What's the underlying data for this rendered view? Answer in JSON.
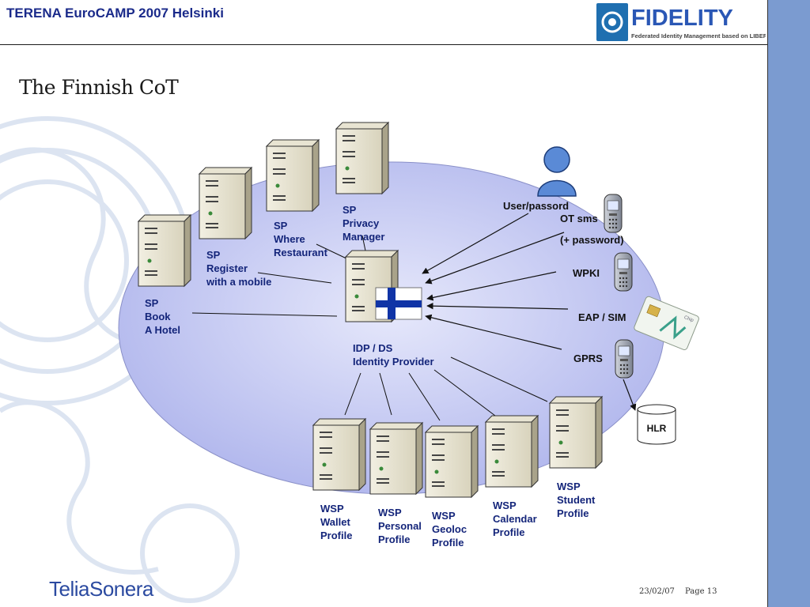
{
  "header": {
    "title": "TERENA EuroCAMP 2007 Helsinki",
    "logo_name": "FIDELITY",
    "logo_tagline": "Federated Identity Management based on LIBERTY"
  },
  "slide": {
    "title": "The Finnish CoT"
  },
  "diagram": {
    "center": {
      "lines": [
        "IDP / DS",
        "Identity Provider"
      ]
    },
    "service_providers": [
      {
        "lines": [
          "SP",
          "Book",
          "A Hotel"
        ]
      },
      {
        "lines": [
          "SP",
          "Register",
          "with a mobile"
        ]
      },
      {
        "lines": [
          "SP",
          "Where",
          "Restaurant"
        ]
      },
      {
        "lines": [
          "SP",
          "Privacy",
          "Manager"
        ]
      }
    ],
    "web_service_providers": [
      {
        "lines": [
          "WSP",
          "Wallet",
          "Profile"
        ]
      },
      {
        "lines": [
          "WSP",
          "Personal",
          "Profile"
        ]
      },
      {
        "lines": [
          "WSP",
          "Geoloc",
          "Profile"
        ]
      },
      {
        "lines": [
          "WSP",
          "Calendar",
          "Profile"
        ]
      },
      {
        "lines": [
          "WSP",
          "Student",
          "Profile"
        ]
      }
    ],
    "auth_methods": {
      "user": "User/passord",
      "otsms": "OT sms",
      "password": "(+ password)",
      "wpki": "WPKI",
      "eapsim": "EAP / SIM",
      "gprs": "GPRS"
    },
    "hlr": "HLR",
    "sim_chip_label": "Chip"
  },
  "footer": {
    "brand": "TeliaSonera",
    "date": "23/02/07",
    "page": "Page 13"
  },
  "colors": {
    "header_text": "#1a2a8a",
    "label_text": "#14257a",
    "ellipse_fill": "#c9cdf3",
    "right_band": "#7b9bd0",
    "finnish_cross": "#1034a6"
  }
}
